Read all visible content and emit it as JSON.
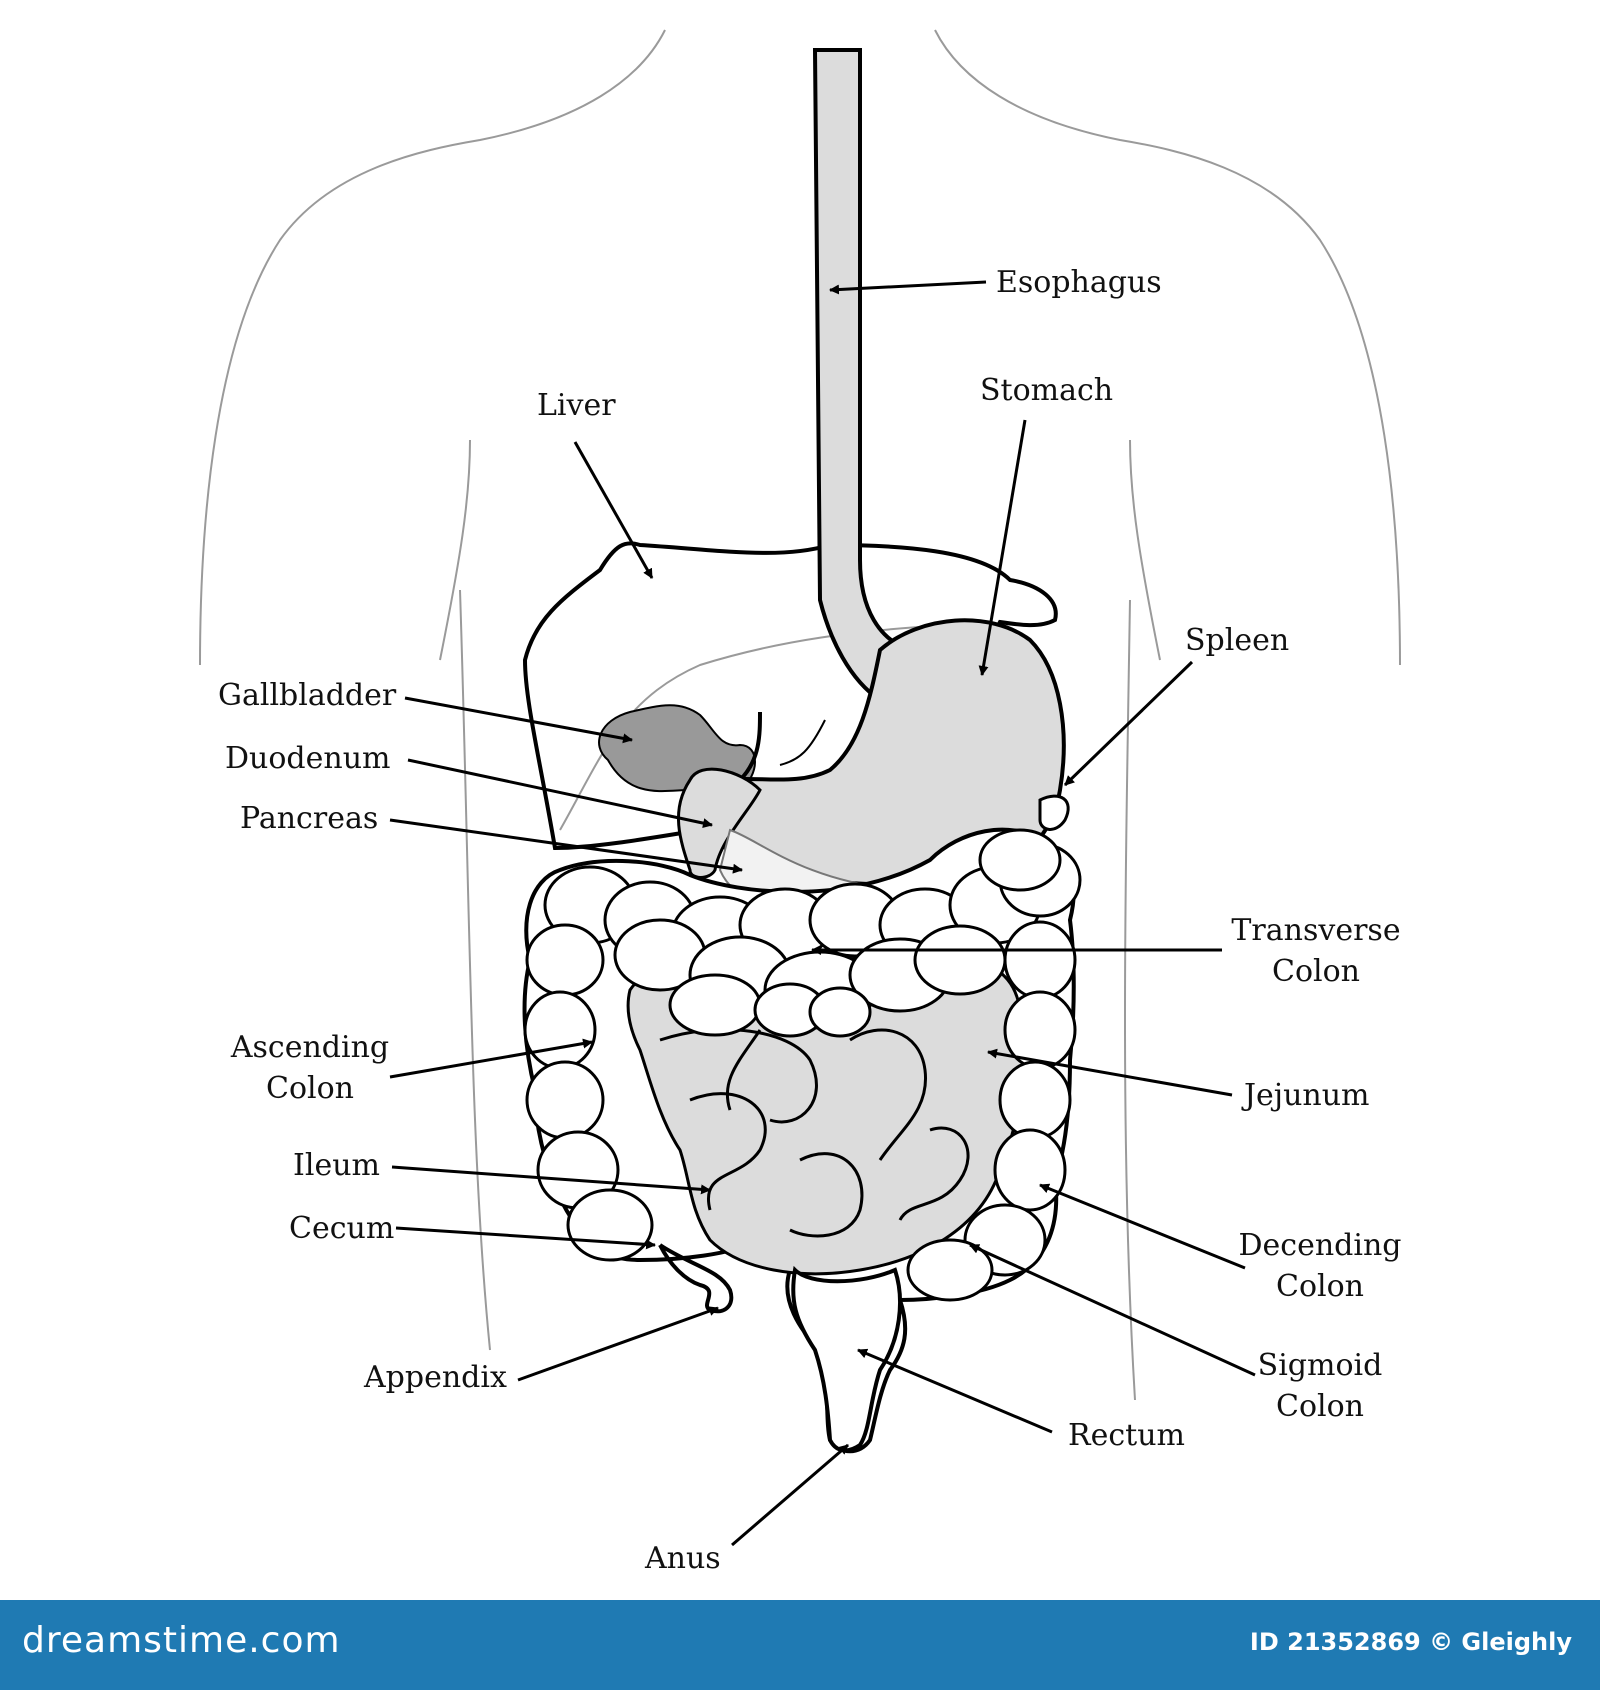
{
  "labels": {
    "esophagus": "Esophagus",
    "stomach": "Stomach",
    "liver": "Liver",
    "spleen": "Spleen",
    "gallbladder": "Gallbladder",
    "duodenum": "Duodenum",
    "pancreas": "Pancreas",
    "transverse_colon": [
      "Transverse",
      "Colon"
    ],
    "ascending_colon": [
      "Ascending",
      "Colon"
    ],
    "jejunum": "Jejunum",
    "ileum": "Ileum",
    "cecum": "Cecum",
    "decending_colon": [
      "Decending",
      "Colon"
    ],
    "appendix": "Appendix",
    "sigmoid_colon": [
      "Sigmoid",
      "Colon"
    ],
    "rectum": "Rectum",
    "anus": "Anus"
  },
  "footer": {
    "brand": "dreamstime.com",
    "credit": "ID 21352869 © Gleighly"
  },
  "colors": {
    "organ_fill": "#dcdcdc",
    "gallbladder_fill": "#999999",
    "colon_fill": "#ffffff",
    "outline": "#000000",
    "body_outline": "#9a9a9a",
    "footer_bg": "#1f7ab3"
  }
}
